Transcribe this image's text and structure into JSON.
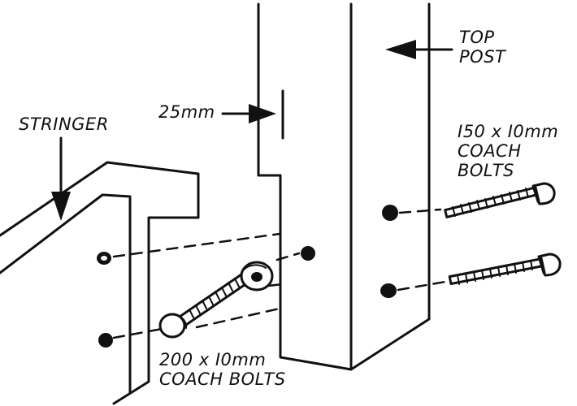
{
  "labels": {
    "top_post": [
      "TOP",
      "POST"
    ],
    "stringer": "STRINGER",
    "gap": "25mm",
    "bolts_short": [
      "I50 x I0mm",
      "COACH",
      "BOLTS"
    ],
    "bolts_long": [
      "200 x I0mm",
      "COACH BOLTS"
    ]
  },
  "colors": {
    "ink": "#111111",
    "paper": "#ffffff"
  },
  "icons": [
    "arrow-left-icon",
    "arrow-down-icon",
    "arrow-right-icon"
  ]
}
